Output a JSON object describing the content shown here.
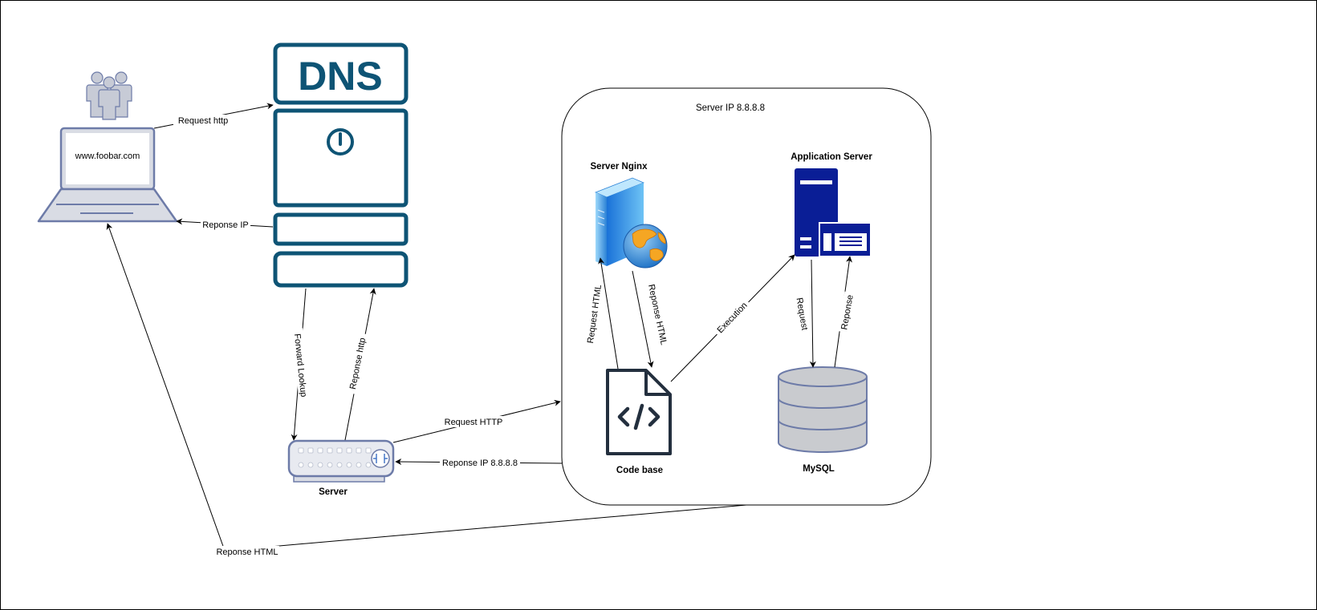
{
  "diagram": {
    "server_group_label": "Server IP 8.8.8.8",
    "nodes": {
      "users_icon": "users-group-icon",
      "laptop": {
        "icon": "laptop-icon",
        "screen_text": "www.foobar.com"
      },
      "dns": {
        "icon": "dns-server-icon",
        "label": "DNS"
      },
      "router": {
        "icon": "router-icon",
        "label": "Server"
      },
      "nginx": {
        "icon": "web-server-globe-icon",
        "label": "Server Nginx"
      },
      "app_server": {
        "icon": "application-server-icon",
        "label": "Application Server"
      },
      "codebase": {
        "icon": "code-file-icon",
        "label": "Code base"
      },
      "mysql": {
        "icon": "database-icon",
        "label": "MySQL"
      }
    },
    "edges": [
      {
        "from": "laptop",
        "to": "dns",
        "label": "Request http"
      },
      {
        "from": "dns",
        "to": "laptop",
        "label": "Reponse IP"
      },
      {
        "from": "dns",
        "to": "router",
        "label": "Forward Lookup"
      },
      {
        "from": "router",
        "to": "dns",
        "label": "Reponse http"
      },
      {
        "from": "router",
        "to": "server_group",
        "label": "Request HTTP"
      },
      {
        "from": "server_group",
        "to": "router",
        "label": "Reponse IP 8.8.8.8"
      },
      {
        "from": "server_group",
        "to": "laptop",
        "label": "Reponse HTML"
      },
      {
        "from": "codebase",
        "to": "nginx",
        "label": "Request HTML"
      },
      {
        "from": "nginx",
        "to": "codebase",
        "label": "Reponse HTML"
      },
      {
        "from": "codebase",
        "to": "app_server",
        "label": "Execution"
      },
      {
        "from": "app_server",
        "to": "mysql",
        "label": "Request"
      },
      {
        "from": "mysql",
        "to": "app_server",
        "label": "Reponse"
      }
    ]
  }
}
